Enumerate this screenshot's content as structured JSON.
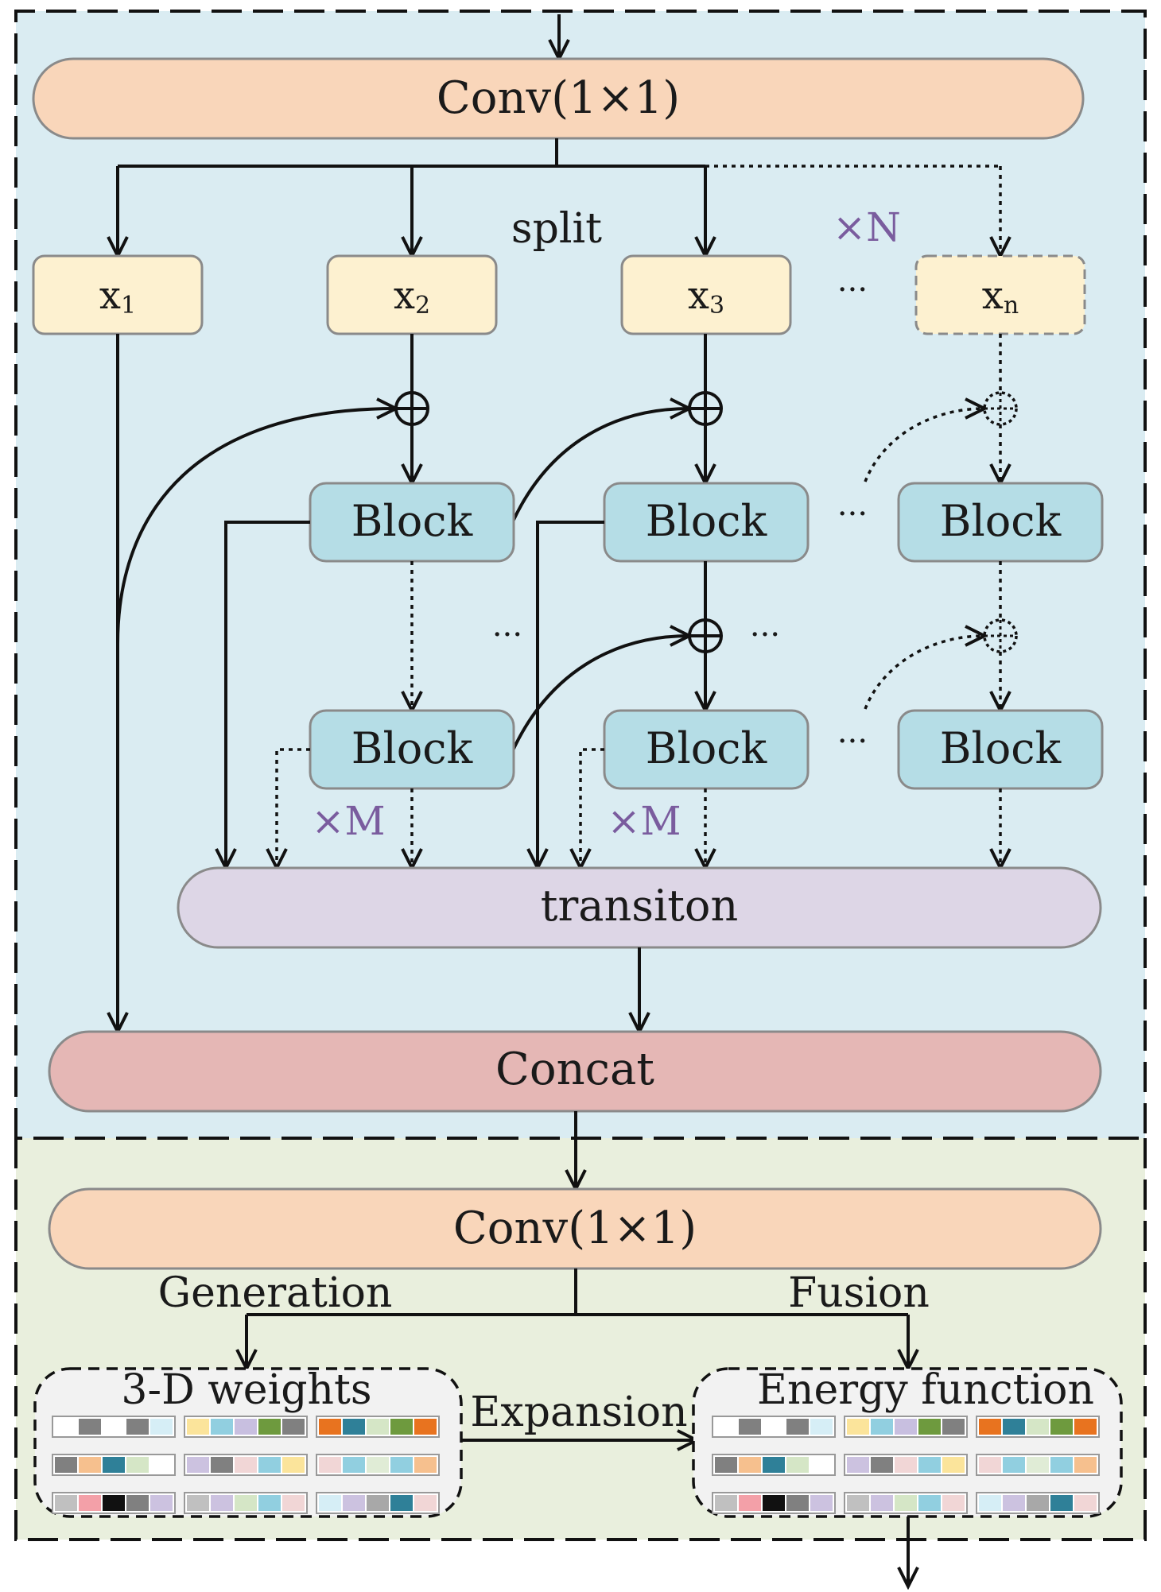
{
  "top_section": {
    "conv_label": "Conv(1×1)",
    "split_label": "split",
    "repeat_n": "×N",
    "inputs": [
      "x",
      "x",
      "x",
      "x"
    ],
    "input_subscripts": [
      "1",
      "2",
      "3",
      "n"
    ],
    "ellipsis": "···",
    "block_label": "Block",
    "repeat_m": "×M",
    "transition_label": "transiton",
    "concat_label": "Concat"
  },
  "bottom_section": {
    "conv_label": "Conv(1×1)",
    "generation_label": "Generation",
    "fusion_label": "Fusion",
    "weights_label": "3-D weights",
    "expansion_label": "Expansion",
    "energy_label": "Energy function"
  },
  "colors": {
    "top_background": "#daecf2",
    "bottom_background": "#e9efdd",
    "conv_fill": "#f9d6ba",
    "input_fill": "#fdf1d0",
    "block_fill": "#b5dde6",
    "transition_fill": "#ddd6e6",
    "concat_fill": "#e5b7b5",
    "grid_box_fill": "#f2f2f2",
    "purple_text": "#7a5c9e",
    "grid_rows_left": [
      [
        "#ffffff",
        "#808080",
        "#ffffff",
        "#808080",
        "#d6eef6",
        "#fbe49b",
        "#91cfe0",
        "#c8bfe0",
        "#6e9a3e",
        "#808080",
        "#e8731f",
        "#2f8098",
        "#d5e6c6",
        "#6e9a3e",
        "#e8731f"
      ],
      [
        "#808080",
        "#f6c08e",
        "#2f8098",
        "#d5e6c6",
        "#ffffff",
        "#ccc2e0",
        "#808080",
        "#f1d6d6",
        "#91cfe0",
        "#fbe49b",
        "#f1d6d6",
        "#91cfe0",
        "#e0ecd6",
        "#91cfe0",
        "#f6c08e"
      ],
      [
        "#c0c0c0",
        "#f3a0a8",
        "#111111",
        "#808080",
        "#ccc2e0",
        "#c0c0c0",
        "#ccc2e0",
        "#d5e6c6",
        "#91cfe0",
        "#f1d6d6",
        "#d6eef6",
        "#ccc2e0",
        "#a8a8a8",
        "#2f8098",
        "#f1d6d6"
      ]
    ],
    "grid_rows_right": [
      [
        "#ffffff",
        "#808080",
        "#ffffff",
        "#808080",
        "#d6eef6",
        "#fbe49b",
        "#91cfe0",
        "#c8bfe0",
        "#6e9a3e",
        "#808080",
        "#e8731f",
        "#2f8098",
        "#d5e6c6",
        "#6e9a3e",
        "#e8731f"
      ],
      [
        "#808080",
        "#f6c08e",
        "#2f8098",
        "#d5e6c6",
        "#ffffff",
        "#ccc2e0",
        "#808080",
        "#f1d6d6",
        "#91cfe0",
        "#fbe49b",
        "#f1d6d6",
        "#91cfe0",
        "#e0ecd6",
        "#91cfe0",
        "#f6c08e"
      ],
      [
        "#c0c0c0",
        "#f3a0a8",
        "#111111",
        "#808080",
        "#ccc2e0",
        "#c0c0c0",
        "#ccc2e0",
        "#d5e6c6",
        "#91cfe0",
        "#f1d6d6",
        "#d6eef6",
        "#ccc2e0",
        "#a8a8a8",
        "#2f8098",
        "#f1d6d6"
      ]
    ]
  }
}
